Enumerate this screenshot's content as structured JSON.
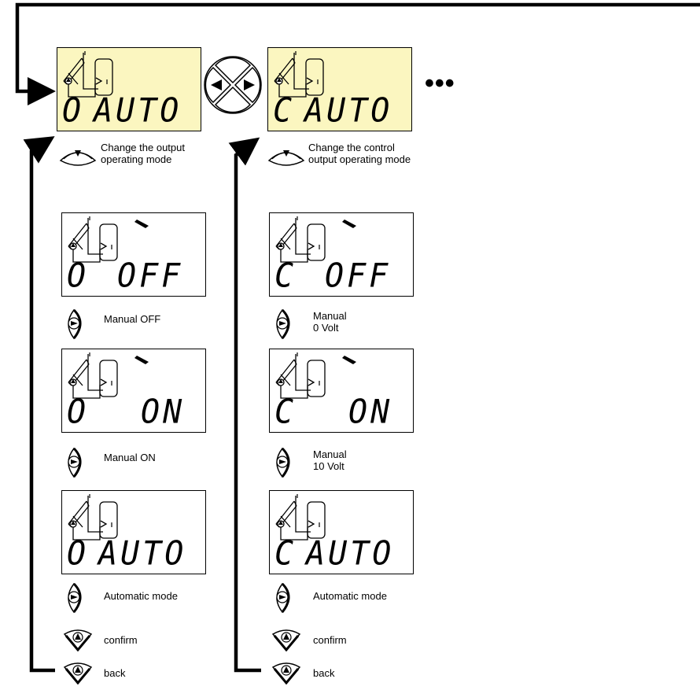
{
  "screens": {
    "output_auto": {
      "channel": "O",
      "mode": "AUTO",
      "manual_icon": false
    },
    "control_auto": {
      "channel": "C",
      "mode": "AUTO",
      "manual_icon": false
    },
    "output_off": {
      "channel": "O",
      "mode": "OFF",
      "manual_icon": true
    },
    "control_off": {
      "channel": "C",
      "mode": "OFF",
      "manual_icon": true
    },
    "output_on": {
      "channel": "O",
      "mode": "ON",
      "manual_icon": true
    },
    "control_on": {
      "channel": "C",
      "mode": "ON",
      "manual_icon": true
    },
    "output_auto_2": {
      "channel": "O",
      "mode": "AUTO",
      "manual_icon": false
    },
    "control_auto_2": {
      "channel": "C",
      "mode": "AUTO",
      "manual_icon": false
    }
  },
  "colors": {
    "active_display": "#fbf6c0",
    "line": "#000000"
  },
  "more": "•••",
  "labels": {
    "output_change": "Change the output\noperating mode",
    "control_change": "Change the control\noutput operating mode",
    "manual_off": "Manual OFF",
    "manual_0v": "Manual\n0 Volt",
    "manual_on": "Manual ON",
    "manual_10v": "Manual\n10 Volt",
    "automatic_left": "Automatic mode",
    "automatic_right": "Automatic mode",
    "confirm_left": "confirm",
    "confirm_right": "confirm",
    "back_left": "back",
    "back_right": "back"
  },
  "icons": {
    "down_button": "down-arrow-button-icon",
    "right_button": "right-arrow-button-icon",
    "up_button": "up-arrow-button-icon",
    "nav_pad": "four-way-navigation-pad-icon"
  }
}
